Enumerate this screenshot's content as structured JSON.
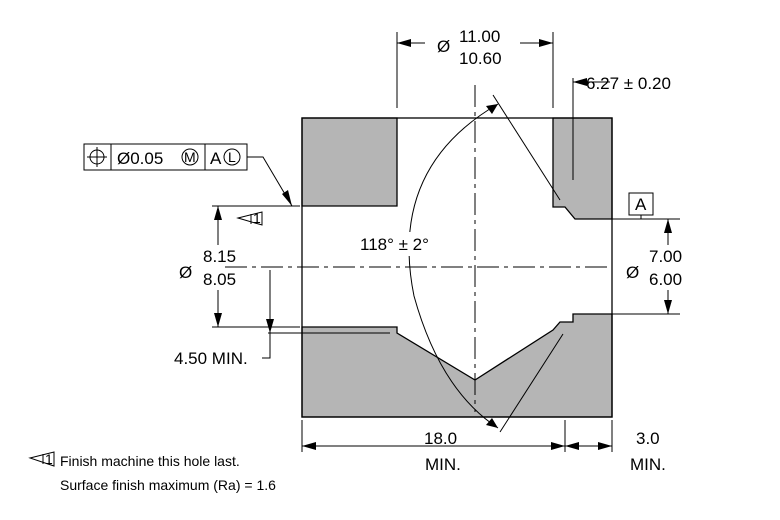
{
  "dimensions": {
    "counterbore_dia": {
      "symbol": "Ø",
      "upper": "11.00",
      "lower": "10.60"
    },
    "counterbore_depth": "6.27 ± 0.20",
    "bore_dia": {
      "symbol": "Ø",
      "upper": "8.15",
      "lower": "8.05"
    },
    "right_hole_dia": {
      "symbol": "Ø",
      "upper": "7.00",
      "lower": "6.00"
    },
    "drill_angle": "118° ± 2°",
    "min_depth": "4.50 MIN.",
    "bottom_length": {
      "value": "18.0",
      "suffix": "MIN."
    },
    "right_length": {
      "value": "3.0",
      "suffix": "MIN."
    }
  },
  "feature_control_frame": {
    "symbol": "⌖",
    "tolerance": "Ø0.05",
    "material_modifier": "M",
    "datum": "A",
    "datum_modifier": "L"
  },
  "datum_label": "A",
  "flag_number": "1",
  "notes": {
    "line1": "Finish machine this hole last.",
    "line2": "Surface finish maximum (Ra) = 1.6"
  }
}
